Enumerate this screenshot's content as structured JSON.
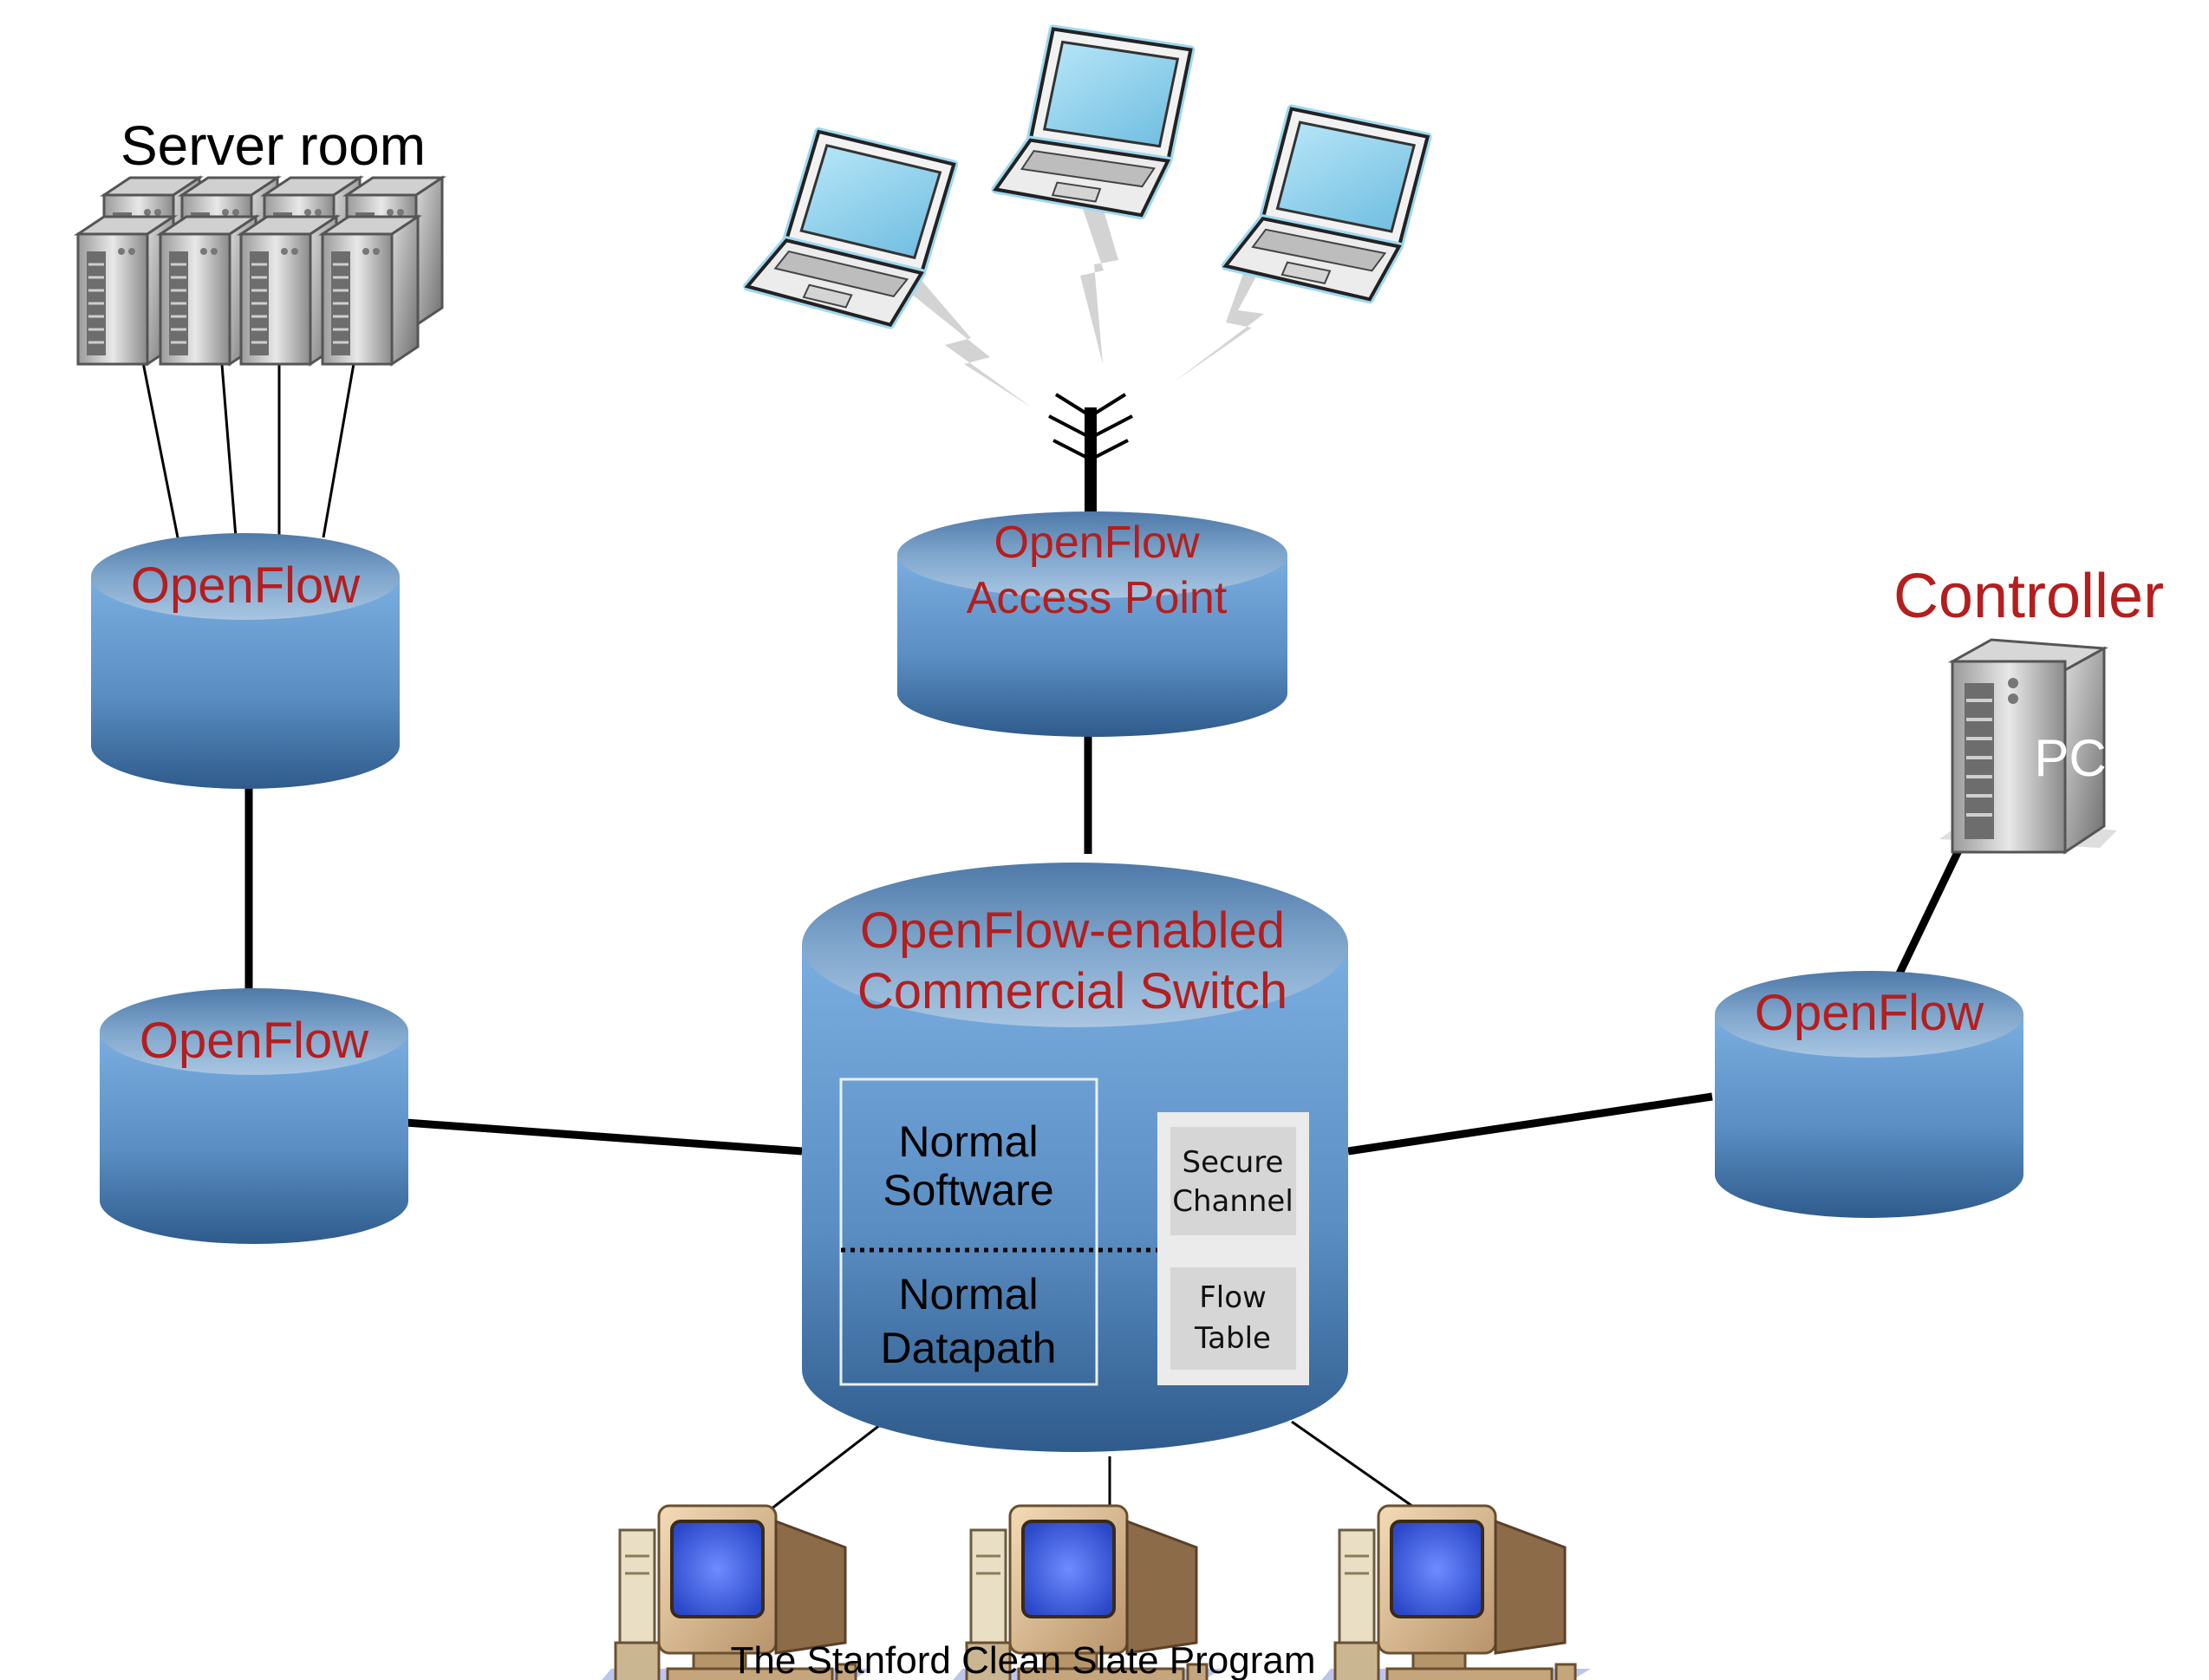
{
  "labels": {
    "server_room": "Server room",
    "controller": "Controller",
    "pc": "PC",
    "footer": "The Stanford Clean Slate Program"
  },
  "nodes": {
    "openflow_server": "OpenFlow",
    "openflow_left": "OpenFlow",
    "access_point_line1": "OpenFlow",
    "access_point_line2": "Access Point",
    "openflow_right": "OpenFlow",
    "switch_line1": "OpenFlow-enabled",
    "switch_line2": "Commercial Switch"
  },
  "switch_internals": {
    "normal_software_line1": "Normal",
    "normal_software_line2": "Software",
    "normal_datapath_line1": "Normal",
    "normal_datapath_line2": "Datapath",
    "secure_channel_line1": "Secure",
    "secure_channel_line2": "Channel",
    "flow_table_line1": "Flow",
    "flow_table_line2": "Table"
  },
  "colors": {
    "cylinder_body": "#6a9fd0",
    "cylinder_dark": "#2f5b8c",
    "label_red": "#b41e1e",
    "laptop_screen": "#8fd0ee",
    "wireless_signal": "#d3d3d3"
  }
}
